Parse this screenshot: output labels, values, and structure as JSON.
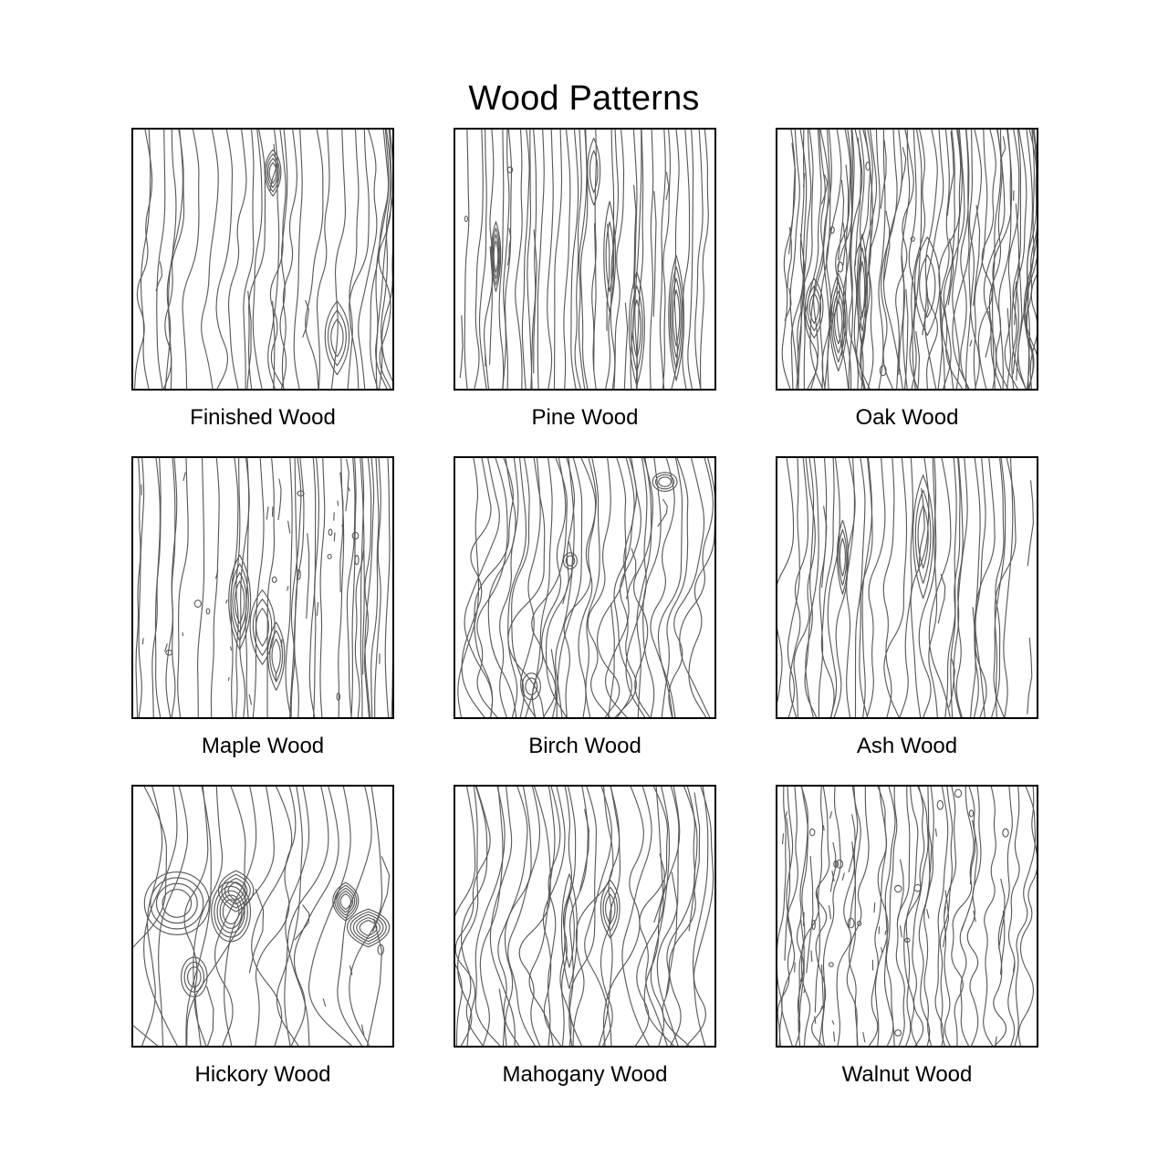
{
  "title": "Wood Patterns",
  "style": {
    "background": "#ffffff",
    "border_color": "#000000",
    "grain_color": "#595959",
    "title_color": "#000000",
    "caption_color": "#000000"
  },
  "grid": {
    "columns": 3,
    "rows": 3
  },
  "panels": [
    {
      "id": "finished-wood",
      "label": "Finished Wood",
      "pattern": "finished",
      "description": "smooth flowing vertical grain with two elongated eye knots",
      "line_count": 22,
      "waviness": "medium",
      "knots": 2,
      "speckles": 0,
      "seed": 11
    },
    {
      "id": "pine-wood",
      "label": "Pine Wood",
      "pattern": "pine",
      "description": "straight vertical lines with long narrow pointed knots and small pores",
      "line_count": 24,
      "waviness": "low",
      "knots": 5,
      "speckles": 3,
      "seed": 22
    },
    {
      "id": "oak-wood",
      "label": "Oak Wood",
      "pattern": "oak",
      "description": "dense busy grain with many short broken strokes and open pores",
      "line_count": 40,
      "waviness": "medium",
      "knots": 4,
      "speckles": 9,
      "seed": 33
    },
    {
      "id": "maple-wood",
      "label": "Maple Wood",
      "pattern": "maple",
      "description": "sparse gently undulating lines with tiny scattered flecks",
      "line_count": 20,
      "waviness": "low",
      "knots": 3,
      "speckles": 34,
      "seed": 44
    },
    {
      "id": "birch-wood",
      "label": "Birch Wood",
      "pattern": "birch",
      "description": "wide flowing wavy grain with round knots and tight figure",
      "line_count": 26,
      "waviness": "high",
      "knots": 3,
      "speckles": 0,
      "seed": 55
    },
    {
      "id": "ash-wood",
      "label": "Ash Wood",
      "pattern": "ash",
      "description": "evenly spaced slightly wavy lines with a few V shaped convergences",
      "line_count": 22,
      "waviness": "medium",
      "knots": 2,
      "speckles": 0,
      "seed": 66
    },
    {
      "id": "hickory-wood",
      "label": "Hickory Wood",
      "pattern": "hickory",
      "description": "highly figured grain with large concentric knot rings",
      "line_count": 16,
      "waviness": "very-high",
      "knots": 6,
      "speckles": 4,
      "seed": 77
    },
    {
      "id": "mahogany-wood",
      "label": "Mahogany Wood",
      "pattern": "mahogany",
      "description": "ribbon like flowing lines with hooked cusps",
      "line_count": 20,
      "waviness": "high",
      "knots": 2,
      "speckles": 0,
      "seed": 88
    },
    {
      "id": "walnut-wood",
      "label": "Walnut Wood",
      "pattern": "walnut",
      "description": "jagged zigzag vertical lines with many short dash marks",
      "line_count": 20,
      "waviness": "medium",
      "knots": 0,
      "speckles": 46,
      "seed": 99
    }
  ]
}
